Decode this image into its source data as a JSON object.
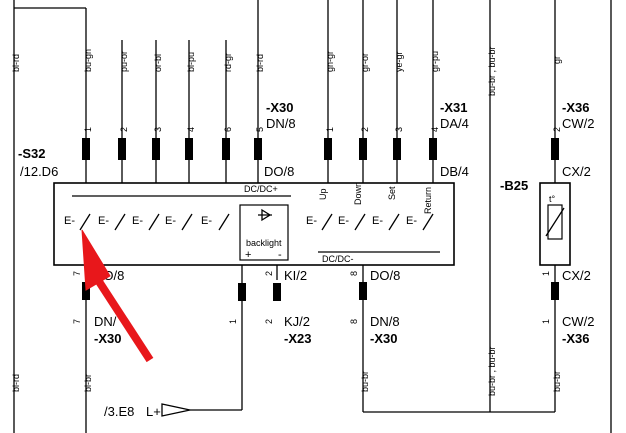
{
  "wires_top": [
    "bl-rd",
    "bu-gn",
    "pu-or",
    "or-bl",
    "bl-pu",
    "rd-gr",
    "bl-rd",
    "gn-gr",
    "gr-or",
    "ye-gr",
    "gr-pu",
    "bu-br , bu-br",
    "gr"
  ],
  "pins_upper": [
    "1",
    "2",
    "3",
    "4",
    "6",
    "5",
    "1",
    "2",
    "3",
    "4",
    "2"
  ],
  "pins_lower": [
    "7",
    "2",
    "8",
    "1"
  ],
  "pins_lower2": [
    "7",
    "1",
    "2",
    "8",
    "1"
  ],
  "s32": {
    "name": "-S32",
    "ref": "/12.D6"
  },
  "x30_top": {
    "name": "-X30",
    "code": "DN/8"
  },
  "x31": {
    "name": "-X31",
    "code": "DA/4"
  },
  "x36_top": {
    "name": "-X36",
    "code": "CW/2"
  },
  "do8_top": "DO/8",
  "db4": "DB/4",
  "cx2_top": "CX/2",
  "b25": {
    "name": "-B25",
    "symbol": "t°"
  },
  "dcdc_plus": "DC/DC+",
  "dcdc_minus": "DC/DC-",
  "buttons": [
    "Up",
    "Down",
    "Set",
    "Return"
  ],
  "switch_label": "E-",
  "backlight": "backlight",
  "plus": "+",
  "minus": "-",
  "do8_left": "DO/8",
  "ki2": "KI/2",
  "do8_mid": "DO/8",
  "cx2_bot": "CX/2",
  "dn_left": "DN/",
  "x30_left": "-X30",
  "kj2": "KJ/2",
  "x23": "-X23",
  "dn8_mid": "DN/8",
  "x30_mid": "-X30",
  "cw2_bot": "CW/2",
  "x36_bot": "-X36",
  "wires_bottom": [
    "bl-rd",
    "bl-br",
    "bu-br",
    "bu-br , bu-br",
    "bu-br"
  ],
  "ref_bottom": "/3.E8",
  "lplus": "L+",
  "colors": {
    "arrow": "#e8171b",
    "line": "#000000"
  }
}
